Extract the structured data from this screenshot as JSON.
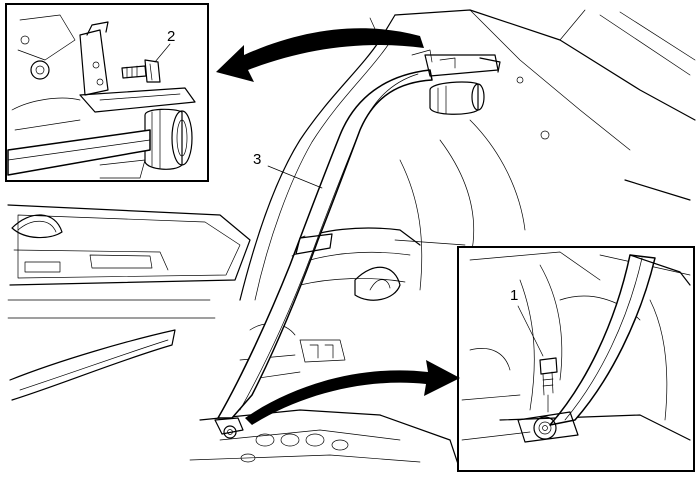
{
  "callouts": {
    "anchor_bolt": "1",
    "retractor_bolt": "2",
    "seat_belt": "3"
  }
}
